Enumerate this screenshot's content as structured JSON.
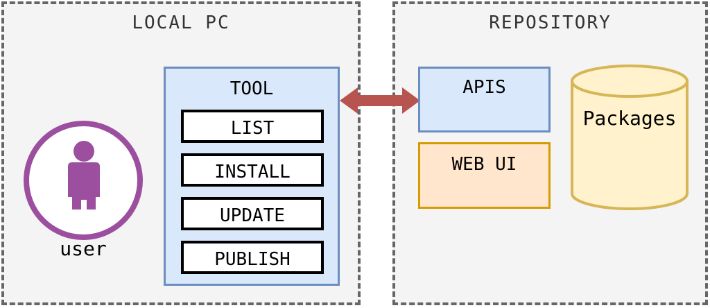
{
  "local_pc": {
    "title": "LOCAL PC",
    "user_label": "user",
    "tool": {
      "title": "TOOL",
      "commands": [
        "LIST",
        "INSTALL",
        "UPDATE",
        "PUBLISH"
      ]
    }
  },
  "repository": {
    "title": "REPOSITORY",
    "apis_label": "APIS",
    "webui_label": "WEB UI",
    "packages_label": "Packages"
  },
  "colors": {
    "zone_fill": "#f4f4f4",
    "zone_border": "#666666",
    "blue_fill": "#dae8fc",
    "blue_border": "#6c8ebf",
    "orange_fill": "#ffe6cc",
    "orange_border": "#d79b00",
    "yellow_fill": "#fff2cc",
    "yellow_border": "#d6b656",
    "user_purple": "#9c4f9e",
    "arrow_red": "#b85450"
  },
  "icons": {
    "user": "user-icon",
    "database": "database-cylinder-icon",
    "connection": "double-arrow-icon"
  }
}
